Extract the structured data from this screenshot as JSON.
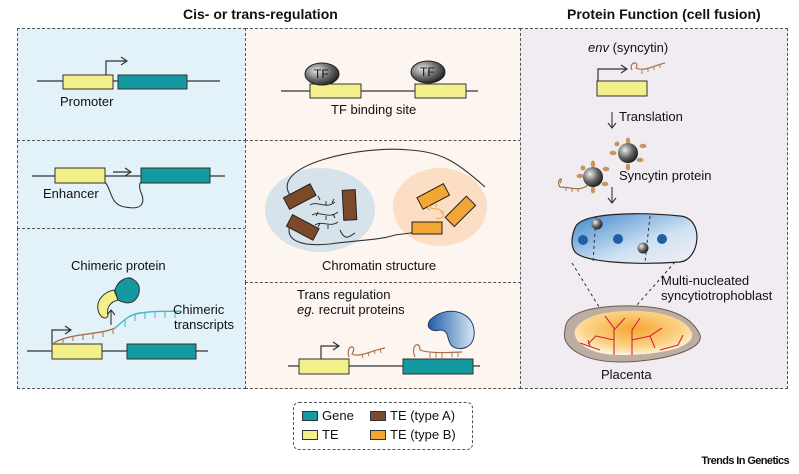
{
  "titles": {
    "left": "Cis- or trans-regulation",
    "right": "Protein Function (cell fusion)"
  },
  "colors": {
    "gene": "#13999f",
    "te": "#f3ef8a",
    "te_type_a": "#7a4a2a",
    "te_type_b": "#f3a535",
    "rna": "#a7724a",
    "transcript_gene": "#3fb6c6",
    "panel_cis": "#e3f1f9",
    "panel_mid": "#fcf5f0",
    "panel_right": "#f0ecf2"
  },
  "panels": {
    "promoter": {
      "label": "Promoter"
    },
    "enhancer": {
      "label": "Enhancer"
    },
    "chimeric": {
      "protein_label": "Chimeric protein",
      "transcript_label_1": "Chimeric",
      "transcript_label_2": "transcripts"
    },
    "tf_binding": {
      "label": "TF binding site",
      "tf_text": "TF"
    },
    "chromatin": {
      "label": "Chromatin structure"
    },
    "trans": {
      "label_1": "Trans regulation",
      "label_2_italic": "eg.",
      "label_2_rest": " recruit proteins"
    },
    "protein_function": {
      "env_italic": "env",
      "env_rest": " (syncytin)",
      "translation": "Translation",
      "syncytin_protein": "Syncytin protein",
      "syncytio_1": "Multi-nucleated",
      "syncytio_2": "syncytiotrophoblast",
      "placenta": "Placenta"
    }
  },
  "legend": {
    "items": [
      {
        "label": "Gene",
        "color": "#13999f"
      },
      {
        "label": "TE (type A)",
        "color": "#7a4a2a"
      },
      {
        "label": "TE",
        "color": "#f3ef8a"
      },
      {
        "label": "TE (type B)",
        "color": "#f3a535"
      }
    ]
  },
  "brand": "Trends In Genetics"
}
